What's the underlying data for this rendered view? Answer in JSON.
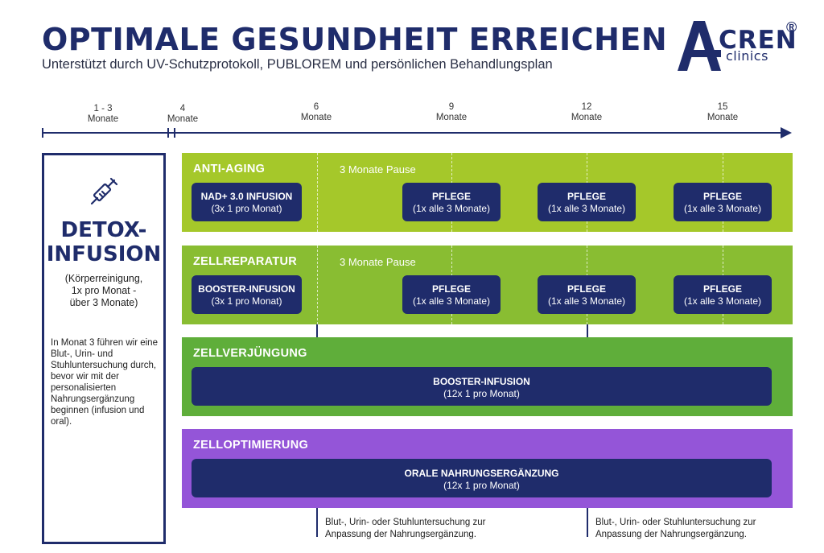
{
  "header": {
    "title": "OPTIMALE GESUNDHEIT ERREICHEN",
    "subtitle": "Unterstützt durch UV-Schutzprotokoll, PUBLOREM und persönlichen Behandlungsplan"
  },
  "logo": {
    "letter": "A",
    "name": "CREN",
    "registered": "®",
    "sub": "clinics"
  },
  "timeline": {
    "ticks": [
      {
        "line1": "1 - 3",
        "line2": "Monate"
      },
      {
        "line1": "4",
        "line2": "Monate"
      },
      {
        "line1": "6",
        "line2": "Monate"
      },
      {
        "line1": "9",
        "line2": "Monate"
      },
      {
        "line1": "12",
        "line2": "Monate"
      },
      {
        "line1": "15",
        "line2": "Monate"
      }
    ]
  },
  "detox": {
    "icon": "syringe-icon",
    "title_line1": "DETOX-",
    "title_line2": "INFUSION",
    "sub_line1": "(Körperreinigung,",
    "sub_line2": "1x pro Monat -",
    "sub_line3": "über 3 Monate)",
    "note": "In Monat 3 führen wir eine Blut-, Urin- und Stuhluntersuchung durch, bevor wir mit der personalisierten Nahrungsergänzung beginnen (infusion und oral)."
  },
  "bands": {
    "anti_aging": {
      "label": "ANTI-AGING",
      "pause": "3 Monate Pause",
      "color": "#a5c82a",
      "first": {
        "title": "NAD+ 3.0 INFUSION",
        "sub": "(3x 1 pro Monat)"
      },
      "care": [
        {
          "title": "PFLEGE",
          "sub": "(1x alle 3 Monate)"
        },
        {
          "title": "PFLEGE",
          "sub": "(1x alle 3 Monate)"
        },
        {
          "title": "PFLEGE",
          "sub": "(1x alle 3 Monate)"
        }
      ]
    },
    "zellreparatur": {
      "label": "ZELLREPARATUR",
      "pause": "3 Monate Pause",
      "color": "#89bd32",
      "first": {
        "title": "BOOSTER-INFUSION",
        "sub": "(3x 1 pro Monat)"
      },
      "care": [
        {
          "title": "PFLEGE",
          "sub": "(1x alle 3 Monate)"
        },
        {
          "title": "PFLEGE",
          "sub": "(1x alle 3 Monate)"
        },
        {
          "title": "PFLEGE",
          "sub": "(1x alle 3 Monate)"
        }
      ]
    },
    "zellverjuengung": {
      "label": "ZELLVERJÜNGUNG",
      "color": "#5fae3a",
      "bar": {
        "title": "BOOSTER-INFUSION",
        "sub": "(12x 1 pro Monat)"
      }
    },
    "zelloptimierung": {
      "label": "ZELLOPTIMIERUNG",
      "color": "#9455d8",
      "bar": {
        "title": "ORALE NAHRUNGSERGÄNZUNG",
        "sub": "(12x 1 pro Monat)"
      }
    }
  },
  "exam_notes": [
    {
      "line1": "Blut-, Urin- oder Stuhluntersuchung zur",
      "line2": "Anpassung der Nahrungsergänzung."
    },
    {
      "line1": "Blut-, Urin- oder Stuhluntersuchung zur",
      "line2": "Anpassung der Nahrungsergänzung."
    }
  ]
}
